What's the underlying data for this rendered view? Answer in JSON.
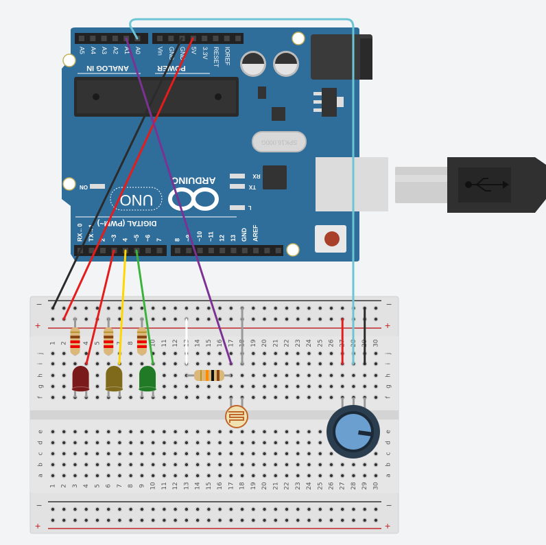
{
  "arduino": {
    "board_color": "#2f6d9a",
    "analog_header_label": "ANALOG IN",
    "power_header_label": "POWER",
    "analog_pins": [
      "A5",
      "A4",
      "A3",
      "A2",
      "A1",
      "A0"
    ],
    "power_pins": [
      "Vin",
      "GND",
      "GND",
      "5V",
      "3.3V",
      "RESET",
      "IOREF"
    ],
    "digital_label": "DIGITAL (PWM~)",
    "digital_pins_low": [
      "RX←0",
      "TX→1",
      "2",
      "~3",
      "4",
      "~5",
      "~6",
      "7"
    ],
    "digital_pins_high": [
      "8",
      "~9",
      "~10",
      "~11",
      "12",
      "13",
      "GND",
      "AREF"
    ],
    "brand": "ARDUINO",
    "model": "UNO",
    "led_labels": {
      "on": "ON",
      "rx": "RX",
      "tx": "TX",
      "l": "L"
    },
    "crystal_text": "SPK16.000G"
  },
  "breadboard": {
    "columns": 30,
    "top_rows": [
      "j",
      "i",
      "h",
      "g",
      "f"
    ],
    "bottom_rows": [
      "e",
      "d",
      "c",
      "b",
      "a"
    ],
    "rail_minus": "−",
    "rail_plus": "+"
  },
  "wires": {
    "gnd": "#2b2b2b",
    "power": "#e51c1c",
    "analog_a1": "#7b3294",
    "analog_a0": "#6cc5d4",
    "pin3": "#e51c1c",
    "pin4": "#ffd600",
    "pin5": "#3bb33b"
  },
  "leds": [
    {
      "color": "#7a1a1a"
    },
    {
      "color": "#7f6a1c"
    },
    {
      "color": "#217a25"
    }
  ]
}
